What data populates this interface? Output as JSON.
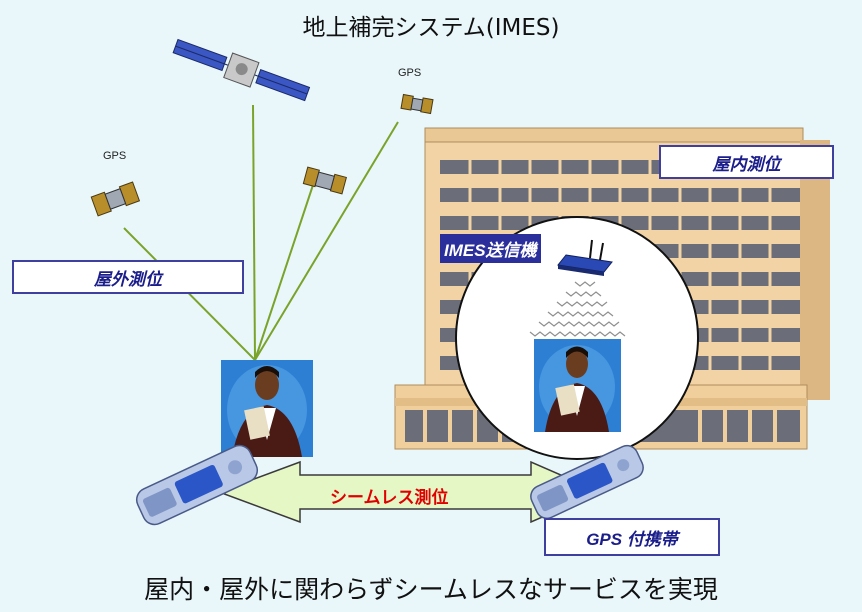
{
  "title": "地上補完システム(IMES)",
  "footer": "屋内・屋外に関わらずシームレスなサービスを実現",
  "labels": {
    "gps_left": "GPS",
    "gps_right": "GPS",
    "outdoor": "屋外測位",
    "indoor": "屋内測位",
    "imes_transmitter": "IMES送信機",
    "seamless": "シームレス測位",
    "gps_phone": "GPS 付携帯"
  },
  "colors": {
    "background": "#e9f7fb",
    "label_border": "#3e3f9e",
    "label_text": "#1b1d8a",
    "seamless_text": "#e10000",
    "signal_line": "#7aa32a",
    "arrow_fill": "#e6f7c6"
  }
}
